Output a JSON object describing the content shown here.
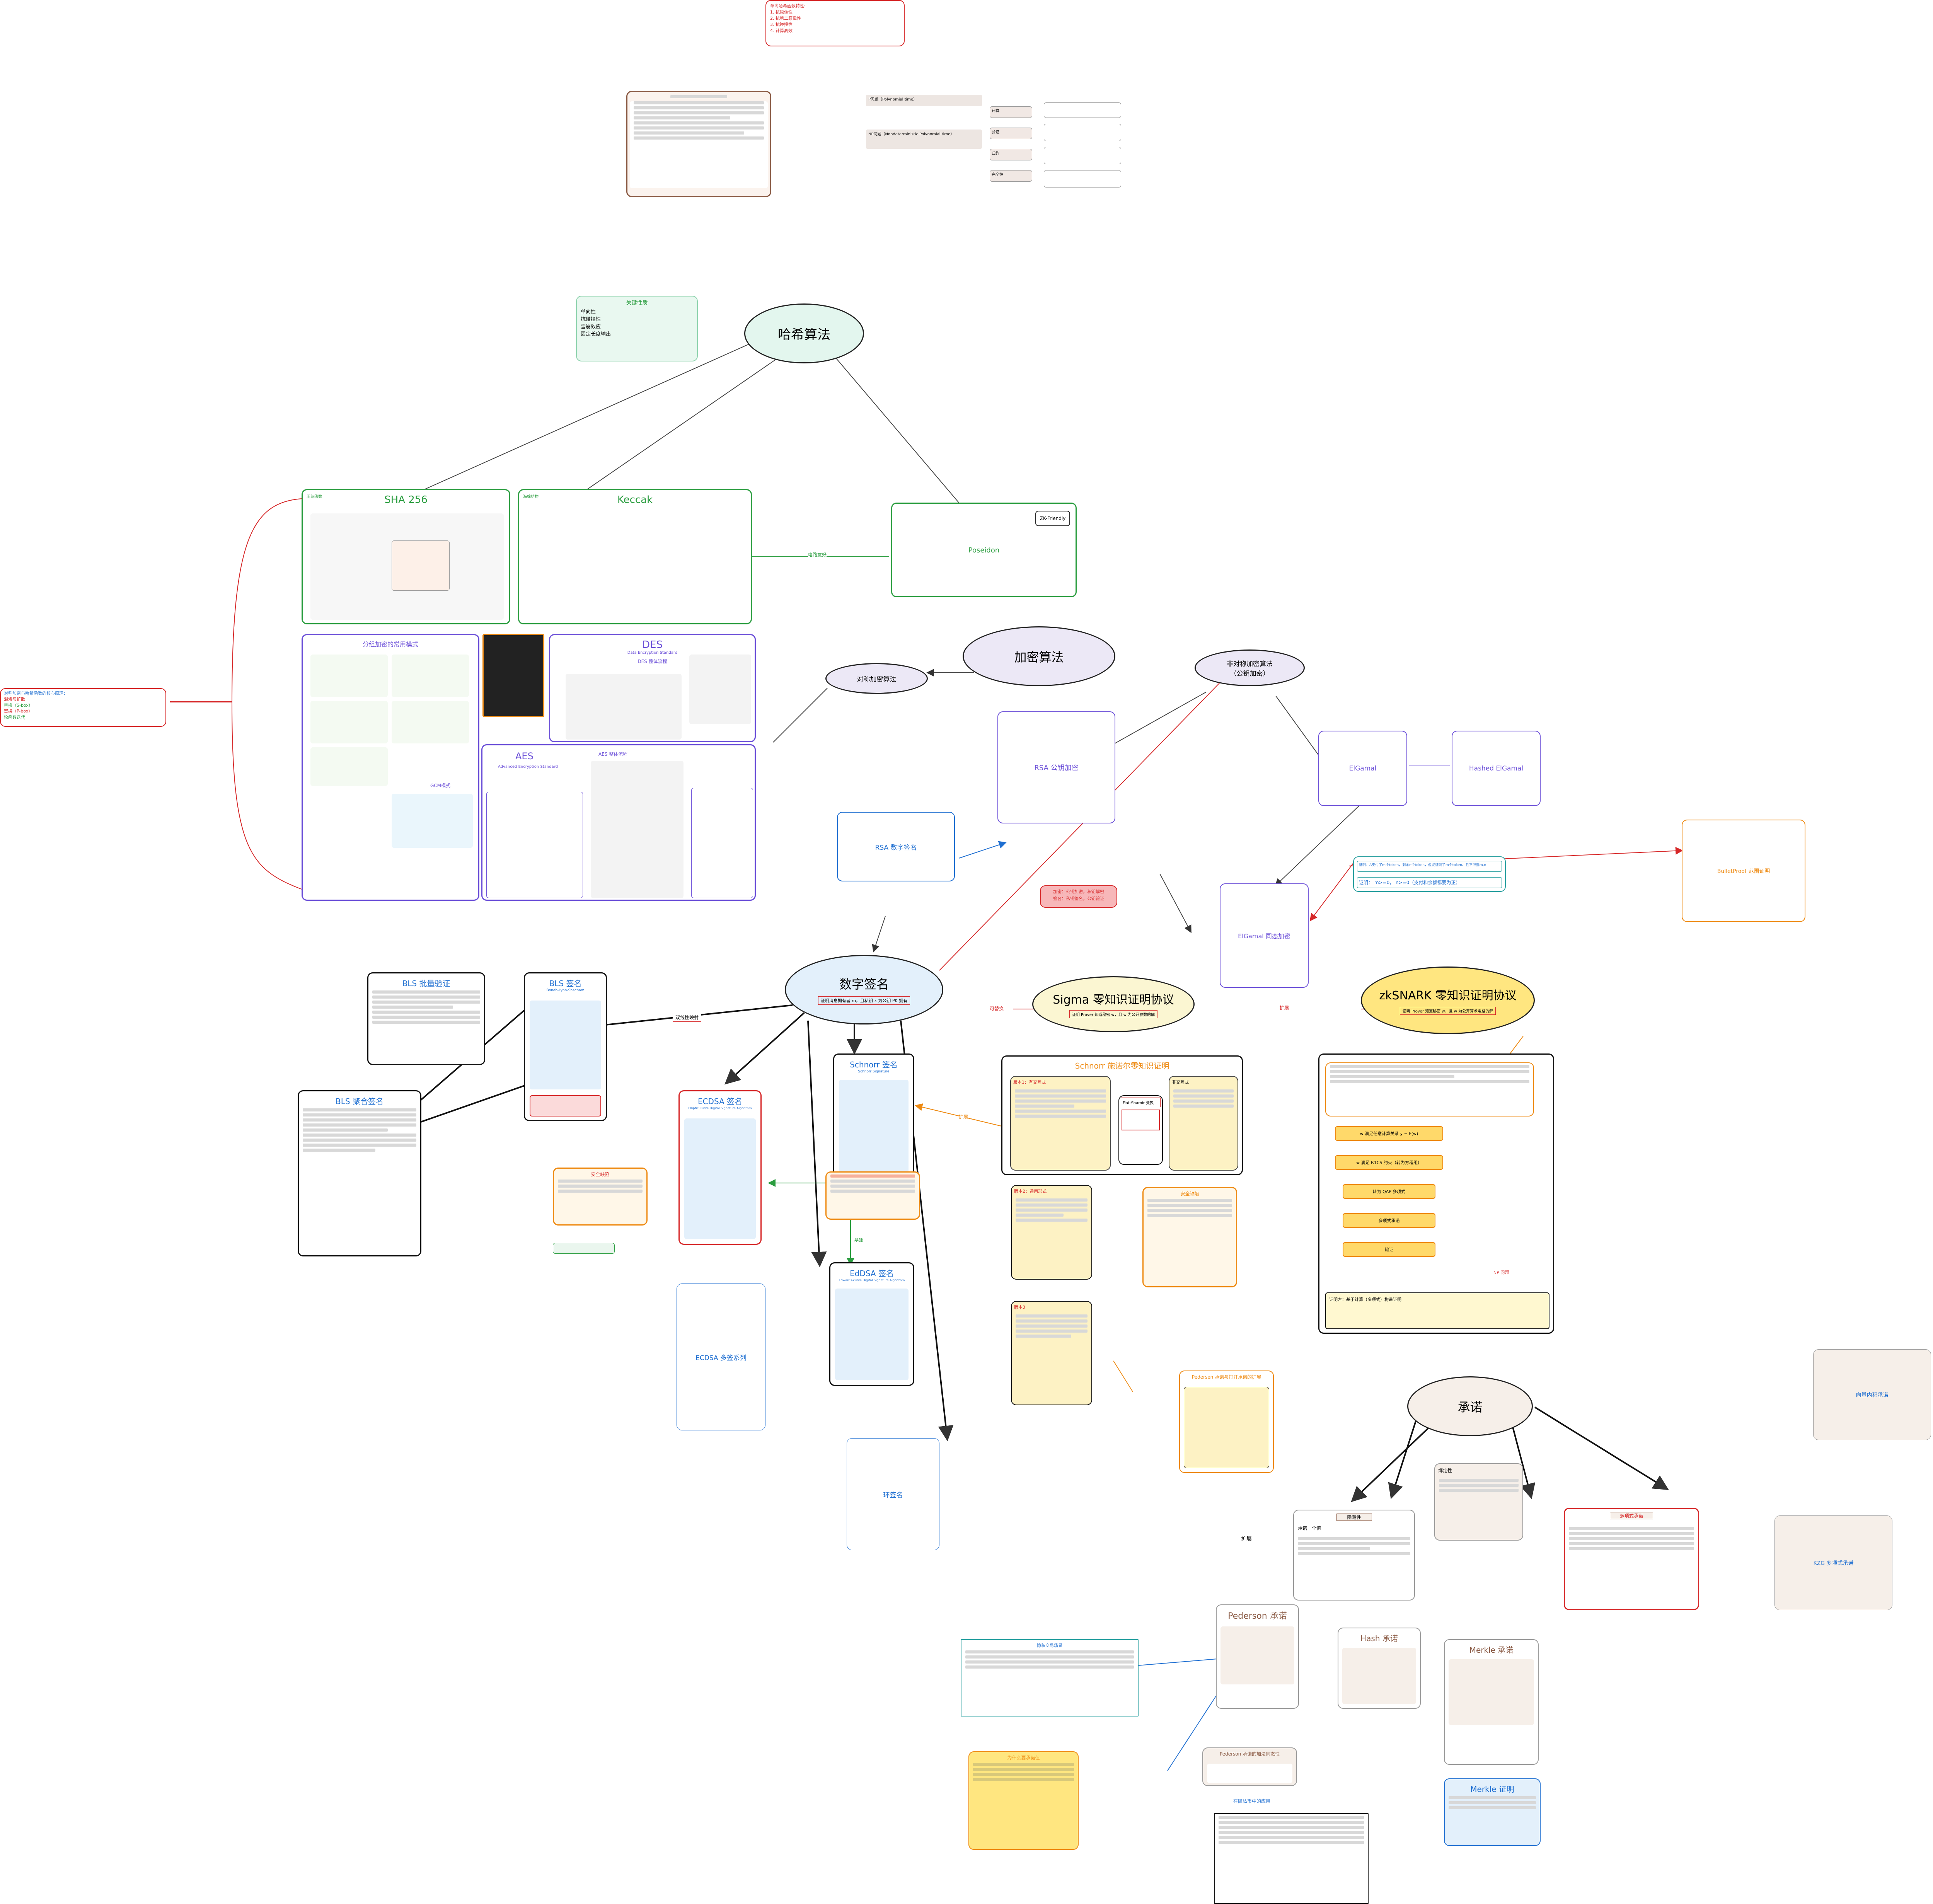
{
  "colors": {
    "hash_fill": "#e3f6ee",
    "crypto_fill": "#ece8f6",
    "sig_fill": "#e3f0fb",
    "sigma_fill": "#fbf6d2",
    "zk_fill": "#ffe680",
    "commit_fill": "#f6efe9",
    "red": "#d62728",
    "green": "#2a9d3f",
    "purple": "#6b4fd8",
    "blue": "#1f6fd1",
    "orange": "#ee8a12",
    "brown": "#8a5a44"
  },
  "top_note": {
    "lines": [
      "单向哈希函数特性:",
      "1. 抗原像性",
      "2. 抗第二原像性",
      "3. 抗碰撞性",
      "4. 计算高效"
    ]
  },
  "top_p_np": {
    "p_label": "P问题（Polynomial time）",
    "np_label": "NP问题（Nondeterministic Polynomial time）",
    "branches": [
      "计算",
      "验证",
      "归约",
      "完全性"
    ]
  },
  "hash": {
    "title": "哈希算法",
    "props_title": "关键性质",
    "props": [
      "单向性",
      "抗碰撞性",
      "雪崩效应",
      "固定长度输出"
    ]
  },
  "sha256": {
    "title": "SHA 256",
    "tag": "压缩函数"
  },
  "keccak": {
    "title": "Keccak",
    "tag": "海绵结构"
  },
  "poseidon": {
    "title": "Poseidon",
    "badge": "ZK-Friendly"
  },
  "edge_labels": {
    "poseidon_link": "电路友好",
    "bls_link": "双线性映射",
    "dig_sig_left": "可替换",
    "sigma_right": "扩展",
    "schnorr_ext": "扩展",
    "ecdsa_green": "基础",
    "pedersen_up": "扩展"
  },
  "left_note": {
    "lines": [
      "对称加密与哈希函数的核心原理：",
      "混淆与扩散",
      "替换（S-box）",
      "置换（P-box）",
      "轮函数迭代"
    ]
  },
  "modes": {
    "title": "分组加密的常用模式",
    "gcm": "GCM模式"
  },
  "des": {
    "title": "DES",
    "subtitle": "Data Encryption Standard",
    "flow": "DES 整体流程"
  },
  "aes": {
    "title": "AES",
    "subtitle": "Advanced Encryption Standard",
    "flow": "AES 整体流程"
  },
  "crypto": {
    "title": "加密算法",
    "sym": "对称加密算法",
    "asym_line1": "非对称加密算法",
    "asym_line2": "（公钥加密）"
  },
  "rsa_enc": {
    "title": "RSA 公钥加密"
  },
  "rsa_sig": {
    "title": "RSA 数字签名"
  },
  "elgamal": {
    "title": "ElGamal"
  },
  "hashed_elgamal": {
    "title": "Hashed ElGamal"
  },
  "elgamal_hom": {
    "title": "ElGamal 同态加密"
  },
  "red_note": {
    "line1": "加密：公钥加密，私钥解密",
    "line2": "签名：私钥签名，公钥验证"
  },
  "proof_lines": {
    "line1": "证明：A支付了m个token，剩余n个token，但能证明了m个token、且不泄露m,n",
    "line2": "证明： m>=0， n>=0（支付和余额都要为正）"
  },
  "bulletproof": {
    "title": "BulletProof 范围证明"
  },
  "digital_sig": {
    "title": "数字签名",
    "sub": "证明消息拥有者 m，且私钥 x 为公钥 PK 拥有"
  },
  "sigma": {
    "title": "Sigma 零知识证明协议",
    "sub": "证明 Prover 知道秘密 w，且 w 为公开参数的解"
  },
  "zksnark": {
    "title": "zkSNARK 零知识证明协议",
    "sub": "证明 Prover 知道秘密 w，且 w 为公开算术电路的解"
  },
  "schnorr_proof": {
    "title": "Schnorr 施诺尔零知识证明",
    "v1": "版本1：有交互式",
    "v2": "版本2：通用形式",
    "v3": "版本3",
    "fiat": "Fiat-Shamir 变换",
    "noninteractive": "非交互式",
    "attack": "安全缺陷"
  },
  "zk_pipeline": {
    "steps": [
      "w 满足任意计算关系 y = F(w)",
      "w 满足 R1CS 约束（转为方程组）",
      "转为 QAP 多项式",
      "多项式承诺",
      "验证"
    ],
    "np_label": "NP 问题",
    "bottom": "证明方：基于计算（多项式）构造证明"
  },
  "bls_batch": {
    "title": "BLS 批量验证"
  },
  "bls_sig": {
    "title": "BLS 签名",
    "sub": "Boneh-Lynn-Shacham"
  },
  "bls_agg": {
    "title": "BLS 聚合签名"
  },
  "ecdsa": {
    "title": "ECDSA 签名",
    "sub": "Elliptic Curve Digital Signature Algorithm"
  },
  "ecdsa_multi": {
    "title": "ECDSA 多签系列"
  },
  "schnorr_sig": {
    "title": "Schnorr 签名",
    "sub": "Schnorr Signature"
  },
  "eddsa": {
    "title": "EdDSA 签名",
    "sub": "Edwards-curve Digital Signature Algorithm"
  },
  "ring_sig": {
    "title": "环签名"
  },
  "sec_warn": {
    "title": "安全缺陷"
  },
  "pedersen_ext": {
    "title": "Pedersen 承诺与打开承诺的扩展"
  },
  "commitment": {
    "title": "承诺",
    "scheme": "承诺一个值",
    "binding": "隐藏性",
    "hiding": "绑定性"
  },
  "pedersen": {
    "title": "Pederson 承诺",
    "homo": "Pederson 承诺的加法同态性",
    "ctx": "在隐私币中的应用"
  },
  "hash_commit": {
    "title": "Hash 承诺"
  },
  "merkle_commit": {
    "title": "Merkle 承诺"
  },
  "merkle_proof": {
    "title": "Merkle 证明"
  },
  "poly_commit": {
    "title": "多项式承诺"
  },
  "kzg": {
    "title": "KZG 多项式承诺"
  },
  "vector_commit": {
    "title": "向量内积承诺"
  },
  "privacy": {
    "title": "隐私交易场景"
  },
  "why_alpha": {
    "title": "为什么要承诺值"
  }
}
